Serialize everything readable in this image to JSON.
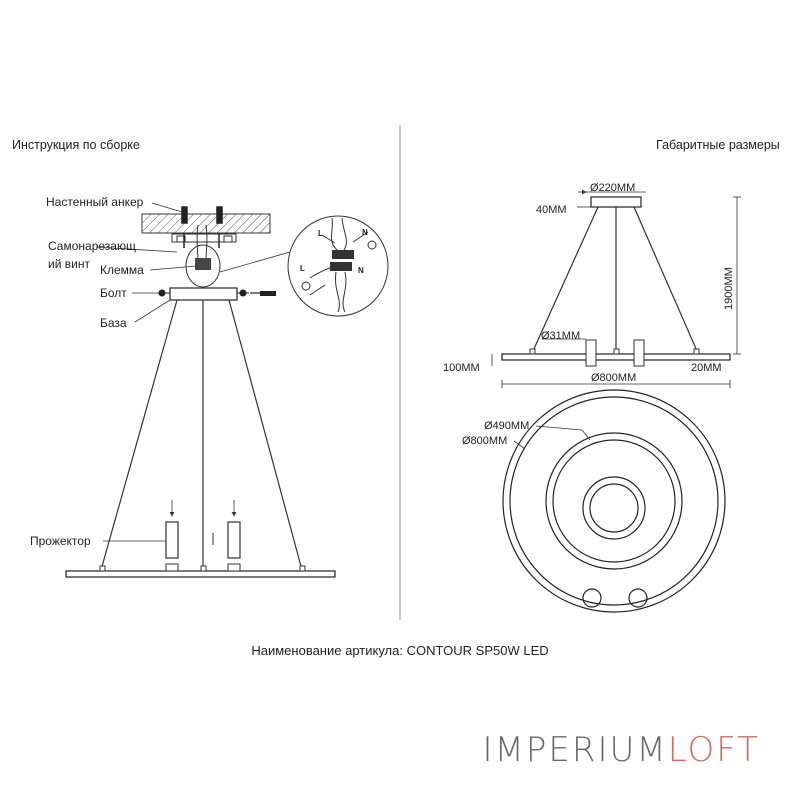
{
  "left_title": "Инструкция по сборке",
  "right_title": "Габаритные размеры",
  "assembly_labels": {
    "wall_anchor": "Настенный анкер",
    "self_tapping_1": "Самонарезающ",
    "self_tapping_2": "ий винт",
    "terminal": "Клемма",
    "bolt": "Болт",
    "base": "База",
    "spotlight": "Прожектор"
  },
  "wiring_labels": {
    "n1": "N",
    "l1": "L",
    "l2": "L",
    "n2": "N"
  },
  "dimensions": {
    "canopy_diameter": "Ø220MM",
    "canopy_height": "40MM",
    "total_height": "1900MM",
    "spot_diameter": "Ø31MM",
    "ring_height": "100MM",
    "ring_thickness": "20MM",
    "ring_diameter": "Ø800MM",
    "inner_diameter": "Ø490MM",
    "outer_diameter": "Ø800MM"
  },
  "article": "Наименование артикула: CONTOUR SP50W LED",
  "brand": {
    "part1": "IMPERIUM",
    "part2": "LOFT",
    "color1": "#6a6a6a",
    "color2": "#d26a5e"
  }
}
